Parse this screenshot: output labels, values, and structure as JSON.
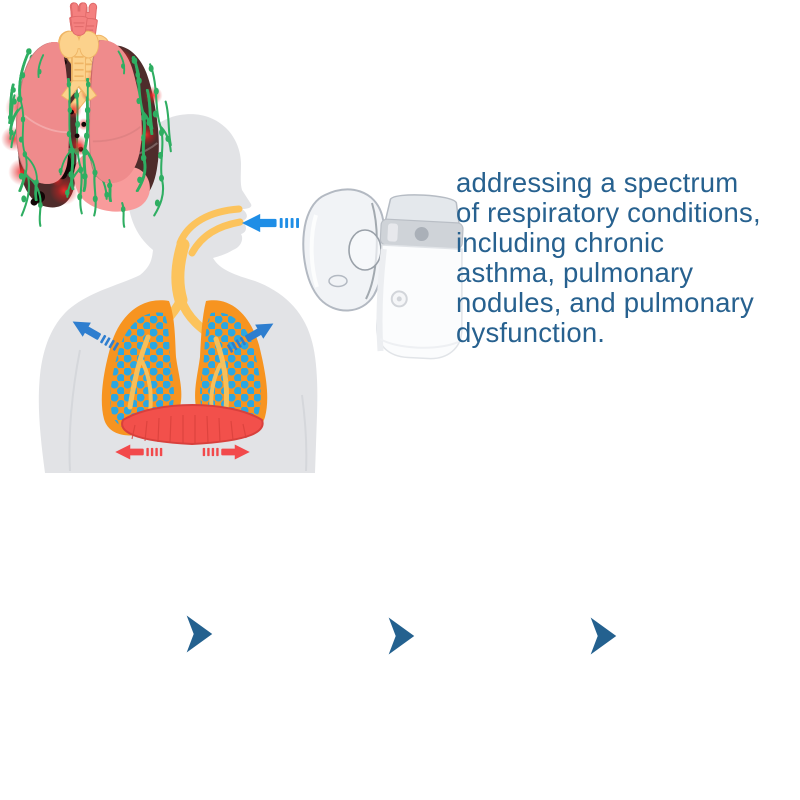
{
  "headline": {
    "lines": [
      "addressing a spectrum",
      "of respiratory conditions,",
      "including chronic",
      "asthma, pulmonary",
      "nodules, and pulmonary",
      "dysfunction."
    ],
    "color": "#27618f"
  },
  "top_diagram": {
    "name": "inhalation-anatomy-diagram",
    "silhouette_color": "#e2e3e6",
    "lung_color": "#f79420",
    "airway_color": "#fcc35c",
    "medication_particle_color": "#2ba7e2",
    "inhale_arrow_color": "#1f8ee6",
    "chest_expand_arrow_color": "#2e7ecf",
    "diaphragm_color": "#f2504b",
    "diaphragm_arrow_color": "#f2494b"
  },
  "device": {
    "name": "mesh-nebulizer-with-mask",
    "body_color": "#fbfcfd",
    "mask_tint": "#e4e8ee"
  },
  "recovery_sequence": {
    "arrow_color": "#24618f",
    "lymph_color": "#2fae62",
    "larynx_color": "#f4807f",
    "thyroid_color": "#fcd28c",
    "stages": [
      {
        "name": "severely-diseased-lungs",
        "lung_color": "#4e2c2b",
        "style": "--lung:#4e2c2b"
      },
      {
        "name": "diseased-lungs-improving",
        "lung_color": "#ad5c60",
        "style": "--lung:#ad5c60"
      },
      {
        "name": "recovering-lungs",
        "lung_color": "#c87b7d",
        "style": "--lung:#c87b7d"
      },
      {
        "name": "healthy-lungs",
        "lung_color": "#ef8b8c",
        "style": "--lung:#ef8b8c"
      }
    ]
  }
}
